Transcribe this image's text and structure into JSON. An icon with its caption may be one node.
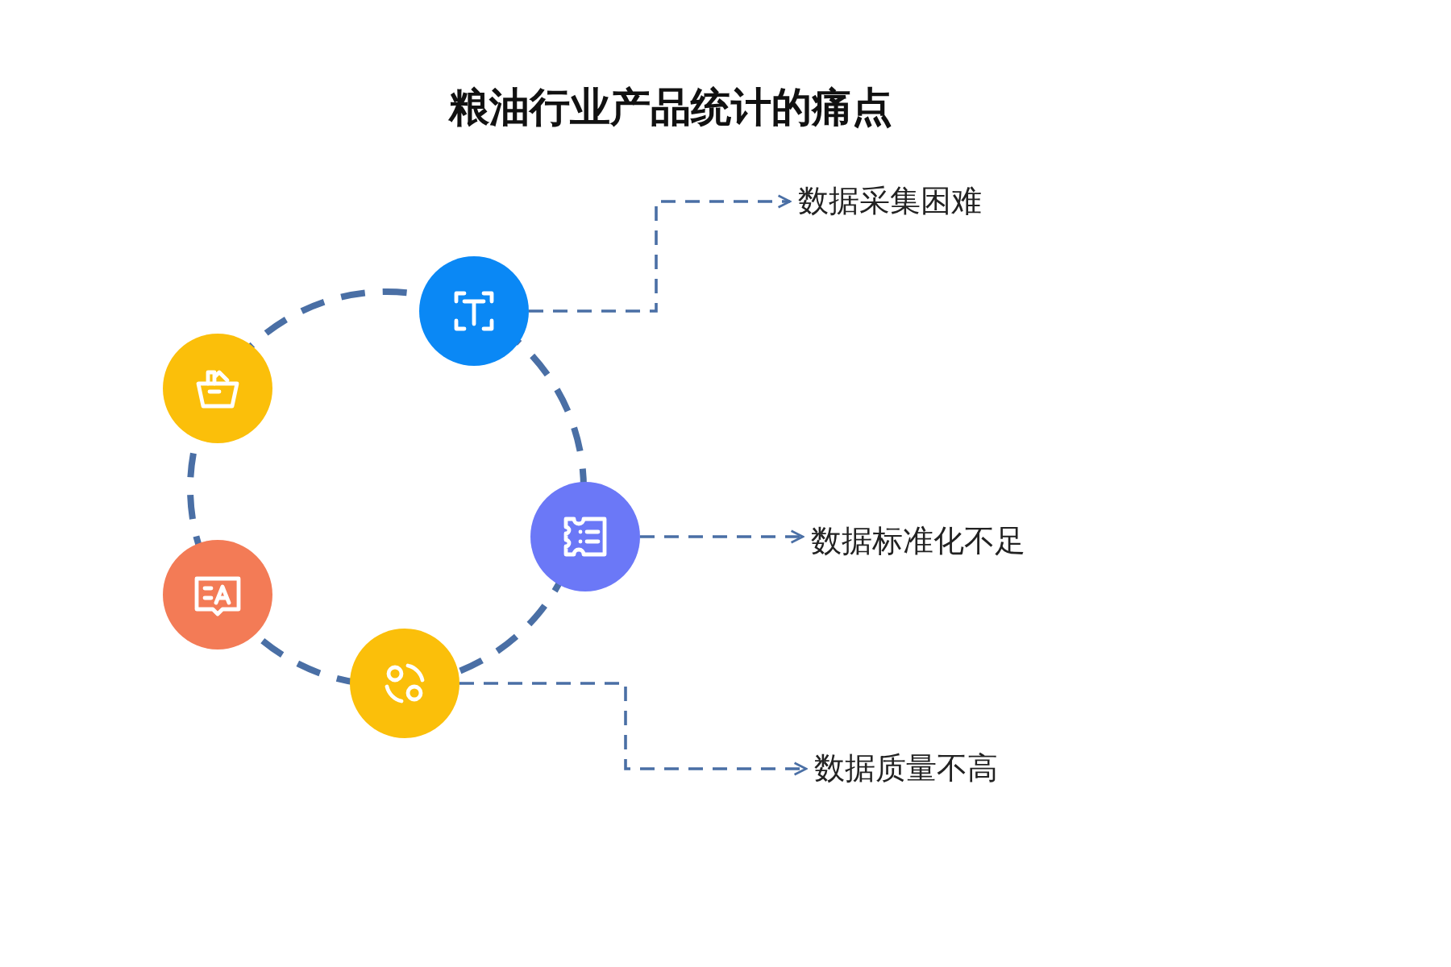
{
  "diagram": {
    "title": "粮油行业产品统计的痛点",
    "nodes": [
      {
        "text": [],
        "shape": "circle"
      },
      {
        "text": [],
        "shape": "circle"
      },
      {
        "text": [],
        "shape": "circle"
      },
      {
        "text": [],
        "shape": "circle"
      },
      {
        "text": [],
        "shape": "circle"
      },
      {
        "text": [
          "数据采集困难"
        ]
      },
      {
        "text": [
          "数据标准化不足"
        ]
      },
      {
        "text": [
          "数据质量不高"
        ]
      }
    ],
    "edges": [
      {
        "from": 0,
        "to": 5,
        "arrow": "to",
        "style": "dashed"
      },
      {
        "from": 2,
        "to": 6,
        "arrow": "to",
        "style": "dashed"
      },
      {
        "from": 4,
        "to": 7,
        "arrow": "to",
        "style": "dashed"
      }
    ]
  }
}
